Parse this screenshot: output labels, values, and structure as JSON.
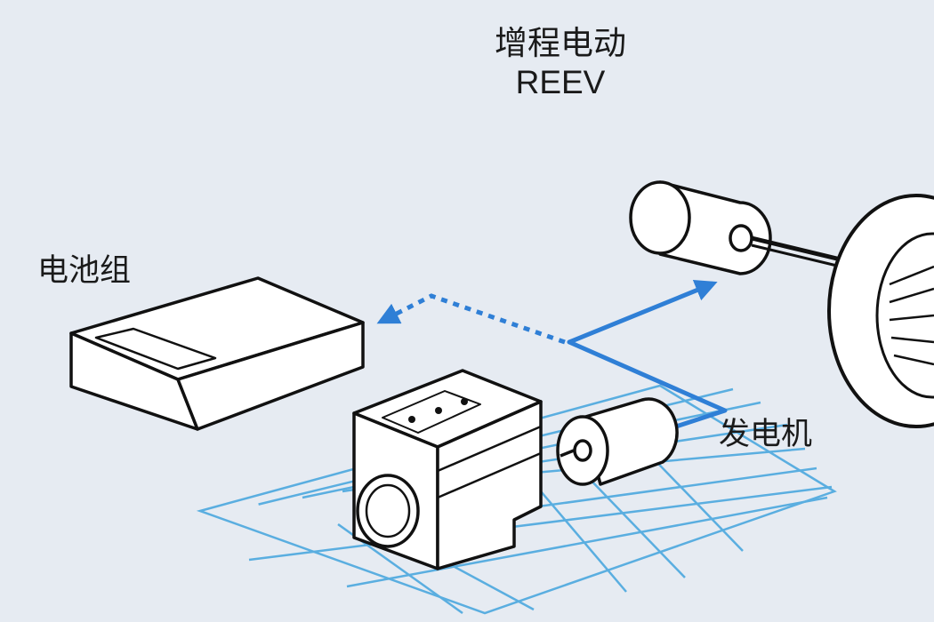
{
  "title": {
    "chinese": "增程电动",
    "english": "REEV"
  },
  "labels": {
    "battery_pack": "电池组",
    "generator": "发电机"
  },
  "colors": {
    "background": "#e6ebf2",
    "accent_blue": "#2f7fd6",
    "grid_blue": "#5aaee0",
    "outline": "#111111",
    "fill": "#ffffff"
  },
  "icons": [
    "battery-pack-icon",
    "engine-icon",
    "generator-icon",
    "drive-motor-icon",
    "wheel-icon"
  ]
}
